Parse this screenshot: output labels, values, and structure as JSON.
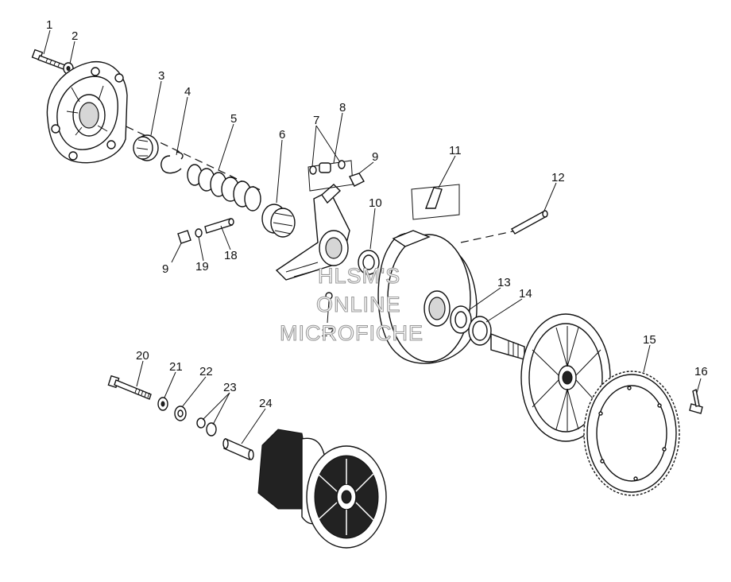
{
  "watermark": {
    "line1": "HLSM'S",
    "line2": "ONLINE",
    "line3": "MICROFICHE"
  },
  "callouts": [
    {
      "id": "c1",
      "text": "1"
    },
    {
      "id": "c2",
      "text": "2"
    },
    {
      "id": "c3",
      "text": "3"
    },
    {
      "id": "c4",
      "text": "4"
    },
    {
      "id": "c5",
      "text": "5"
    },
    {
      "id": "c6",
      "text": "6"
    },
    {
      "id": "c7",
      "text": "7"
    },
    {
      "id": "c8",
      "text": "8"
    },
    {
      "id": "c9a",
      "text": "9"
    },
    {
      "id": "c9b",
      "text": "9"
    },
    {
      "id": "c10",
      "text": "10"
    },
    {
      "id": "c11",
      "text": "11"
    },
    {
      "id": "c12",
      "text": "12"
    },
    {
      "id": "c13",
      "text": "13"
    },
    {
      "id": "c14",
      "text": "14"
    },
    {
      "id": "c15",
      "text": "15"
    },
    {
      "id": "c16",
      "text": "16"
    },
    {
      "id": "c17",
      "text": "17"
    },
    {
      "id": "c18",
      "text": "18"
    },
    {
      "id": "c19",
      "text": "19"
    },
    {
      "id": "c20",
      "text": "20"
    },
    {
      "id": "c21",
      "text": "21"
    },
    {
      "id": "c22",
      "text": "22"
    },
    {
      "id": "c23",
      "text": "23"
    },
    {
      "id": "c24",
      "text": "24"
    }
  ],
  "colors": {
    "line": "#111111",
    "background": "#ffffff",
    "watermark_outline": "#9a9a9a"
  }
}
